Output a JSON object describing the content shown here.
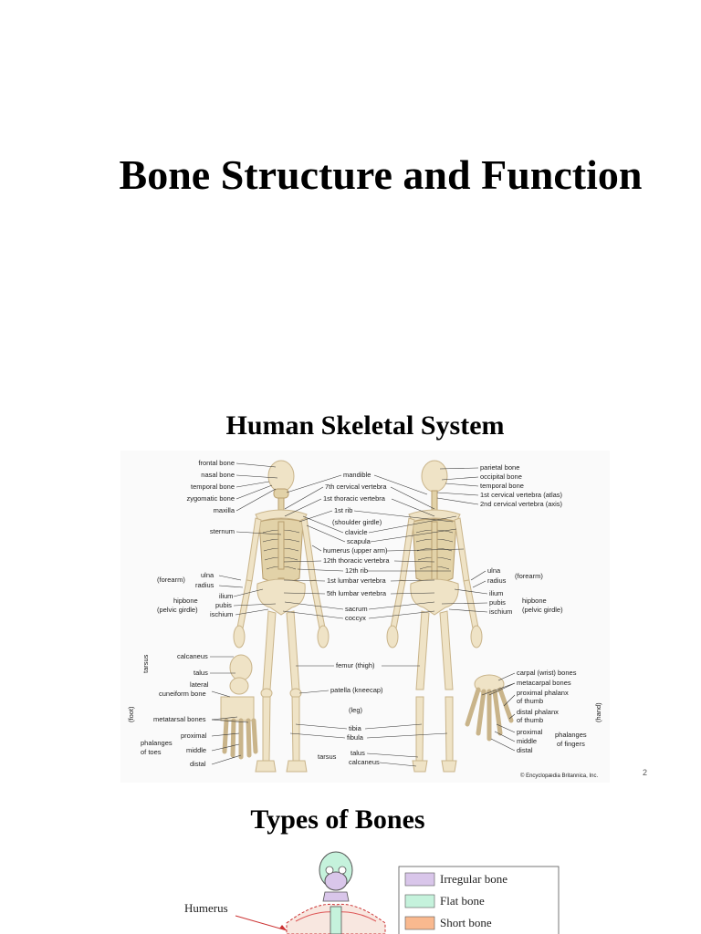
{
  "slide1": {
    "title": "Bone Structure and Function"
  },
  "slide2": {
    "title": "Human Skeletal System",
    "page_number": "2",
    "copyright": "© Encyclopædia Britannica, Inc.",
    "labels": {
      "frontal_bone": "frontal bone",
      "nasal_bone": "nasal bone",
      "temporal_bone_l": "temporal bone",
      "zygomatic_bone": "zygomatic bone",
      "maxilla": "maxilla",
      "sternum": "sternum",
      "forearm_l": "(forearm)",
      "ulna_l": "ulna",
      "radius_l": "radius",
      "hipbone_l": "hipbone",
      "pelvic_girdle_l": "(pelvic girdle)",
      "ilium_l": "ilium",
      "pubis_l": "pubis",
      "ischium_l": "ischium",
      "mandible": "mandible",
      "c7": "7th cervical vertebra",
      "t1": "1st thoracic vertebra",
      "rib1": "1st rib",
      "shoulder_girdle": "(shoulder girdle)",
      "clavicle": "clavicle",
      "scapula": "scapula",
      "humerus": "humerus (upper arm)",
      "t12": "12th thoracic vertebra",
      "rib12": "12th rib",
      "l1": "1st lumbar vertebra",
      "l5": "5th lumbar vertebra",
      "sacrum": "sacrum",
      "coccyx": "coccyx",
      "parietal_bone": "parietal bone",
      "occipital_bone": "occipital bone",
      "temporal_bone_r": "temporal bone",
      "c1": "1st cervical vertebra (atlas)",
      "c2": "2nd cervical vertebra (axis)",
      "ulna_r": "ulna",
      "radius_r": "radius",
      "forearm_r": "(forearm)",
      "ilium_r": "ilium",
      "pubis_r": "pubis",
      "ischium_r": "ischium",
      "hipbone_r": "hipbone",
      "pelvic_girdle_r": "(pelvic girdle)",
      "tarsus_v": "tarsus",
      "foot_v": "(foot)",
      "calcaneus_l": "calcaneus",
      "talus_l": "talus",
      "lateral": "lateral",
      "cuneiform_bone": "cuneiform bone",
      "metatarsal_bones": "metatarsal bones",
      "phalanges_of": "phalanges",
      "of_toes": "of toes",
      "proximal_l": "proximal",
      "middle_l": "middle",
      "distal_l": "distal",
      "femur": "femur (thigh)",
      "patella": "patella (kneecap)",
      "leg": "(leg)",
      "tibia": "tibia",
      "fibula": "fibula",
      "tarsus_b": "tarsus",
      "talus_b": "talus",
      "calcaneus_b": "calcaneus",
      "carpal": "carpal (wrist) bones",
      "metacarpal": "metacarpal bones",
      "prox_phalanx": "proximal phalanx",
      "of_thumb1": "of thumb",
      "distal_phalanx": "distal phalanx",
      "of_thumb2": "of thumb",
      "proximal_r": "proximal",
      "middle_r": "middle",
      "distal_r": "distal",
      "phalanges_r": "phalanges",
      "of_fingers": "of fingers",
      "hand_v": "(hand)"
    }
  },
  "slide3": {
    "title": "Types of Bones",
    "humerus_label": "Humerus",
    "legend": [
      {
        "label": "Irregular bone",
        "color": "#d9c6ea"
      },
      {
        "label": "Flat bone",
        "color": "#c5f2dc"
      },
      {
        "label": "Short bone",
        "color": "#f9b98f"
      }
    ]
  }
}
